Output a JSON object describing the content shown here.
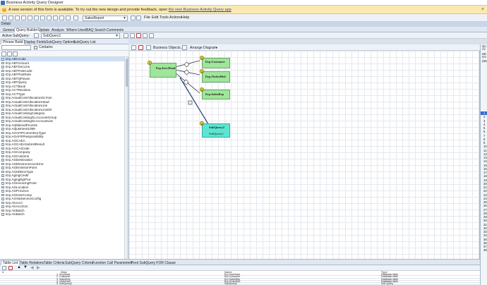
{
  "window": {
    "title": "Business Activity Query Designer"
  },
  "banner": {
    "text": "A new version of this form is available. To try out the new design and provide feedback, open ",
    "link": "the new Business Activity Query app",
    "close": "×"
  },
  "toolbar": {
    "query_combo": "SalesReport",
    "menu": [
      "File",
      "Edit",
      "Tools",
      "Actions",
      "Help"
    ]
  },
  "detail_label": "Detail",
  "main_tabs": [
    "General",
    "Query Builder",
    "Update",
    "Analyze",
    "Where Used",
    "BAQ Search",
    "Comments"
  ],
  "active_subquery": {
    "label": "Active SubQuery:",
    "value": "SubQuery1"
  },
  "sub_tabs": [
    "Phrase Build",
    "Display Fields",
    "SubQuery Options",
    "SubQuery List"
  ],
  "search": {
    "value": "",
    "contains_label": "Contains"
  },
  "tables": [
    "Erp.ABCCode",
    "Erp.ABTAmount",
    "Erp.ABTDocLine",
    "Erp.ABTPostCode",
    "Erp.ABTPostRule",
    "Erp.ABTQParam",
    "Erp.ABTQuery",
    "Erp.ACTBook",
    "Erp.ACTRevision",
    "Erp.ACTType",
    "Erp.ActualCostAllocationGLTran",
    "Erp.ActualCostAllocationHead",
    "Erp.ActualCostAllocationLine",
    "Erp.ActualCostAllocationLineDtl",
    "Erp.ActualCostingCategory",
    "Erp.ActualCostingGLAccountGroup",
    "Erp.ActualCostingGLAccountList",
    "Erp.AdditionalProcHts",
    "Erp.Adjustment1099",
    "Erp.AGAFIPCommDocType",
    "Erp.AGAFIPResponsibility",
    "Erp.AGCAEA",
    "Erp.AGCAEASubmitResult",
    "Erp.AGCAICode",
    "Erp.AGCompany",
    "Erp.AGCustoms",
    "Erp.AGDestination",
    "Erp.AGElectronicInvcError",
    "Erp.AGEmissionPoint",
    "Erp.AGIIDDocType",
    "Erp.AgingCredit",
    "Erp.AgingRptFmt",
    "Erp.AGInvoicingPoint",
    "Erp.AGLocation",
    "Erp.AGProvince",
    "Erp.AGUserComp",
    "Erp.AGVatServiceConfig",
    "Erp.AlcAcct",
    "Erp.AlcAcctCat",
    "Erp.AlcBatch",
    "Erp.AlcBatch"
  ],
  "canvas_toolbar": {
    "objects_label": "Business Objects...",
    "arrange_label": "Arrange Diagram"
  },
  "diagram": {
    "nodes": [
      {
        "num": "1",
        "label": "Erp.InvcHead"
      },
      {
        "num": "2",
        "label": "Erp.Customer"
      },
      {
        "num": "3",
        "label": "Erp.OrderHed"
      },
      {
        "num": "5",
        "label": "Erp.SalesRep"
      },
      {
        "num": "4",
        "label": "SubQuery2",
        "sub": "SubQuery2"
      }
    ]
  },
  "right_strip": {
    "top_labels": [
      "Qu",
      "Ac",
      "DE",
      "rec",
      "(SE"
    ],
    "numbers": [
      "1",
      "2",
      "3",
      "4",
      "5",
      "6",
      "7",
      "8",
      "9",
      "10",
      "11",
      "12",
      "13",
      "14",
      "15",
      "16",
      "17",
      "18",
      "19",
      "20",
      "21",
      "22",
      "23",
      "24",
      "25",
      "26",
      "27",
      "28",
      "29",
      "30",
      "31",
      "32",
      "33",
      "34",
      "35",
      "36",
      "37",
      "38"
    ]
  },
  "bottom_tabs": [
    "Table List",
    "Table Relations",
    "Table Criteria",
    "SubQuery Criteria",
    "Function Call Parameters",
    "Pivot SubQuery FOR Clause"
  ],
  "grid": {
    "headers": [
      "#",
      "Alias",
      "Name",
      "Type"
    ],
    "rows": [
      {
        "alias": "1. InvcHead",
        "name": "Erp.InvcHead",
        "type": "Database table"
      },
      {
        "alias": "2. Customer",
        "name": "Erp.Customer",
        "type": "Database table"
      },
      {
        "alias": "3. SalesRep",
        "name": "Erp.SalesRep",
        "type": "Database table"
      },
      {
        "alias": "4. OrderHed",
        "name": "Erp.OrderHed",
        "type": "Database table"
      },
      {
        "alias": "5. SubQuery2",
        "name": "SubQuery2",
        "type": "Sub Query"
      }
    ]
  }
}
